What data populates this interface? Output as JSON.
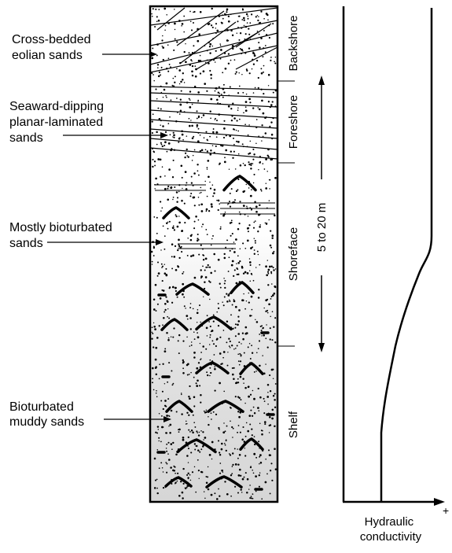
{
  "labels": {
    "eolian": [
      "Cross-bedded",
      "eolian sands"
    ],
    "planar": [
      "Seaward-dipping",
      "planar-laminated",
      "sands"
    ],
    "bioturbated": [
      "Mostly bioturbated",
      "sands"
    ],
    "muddy": [
      "Bioturbated",
      "muddy sands"
    ]
  },
  "zones": {
    "backshore": "Backshore",
    "foreshore": "Foreshore",
    "shoreface": "Shoreface",
    "shelf": "Shelf"
  },
  "scale_label": "5 to 20 m",
  "axis": {
    "plus": "+",
    "label": [
      "Hydraulic",
      "conductivity"
    ]
  }
}
